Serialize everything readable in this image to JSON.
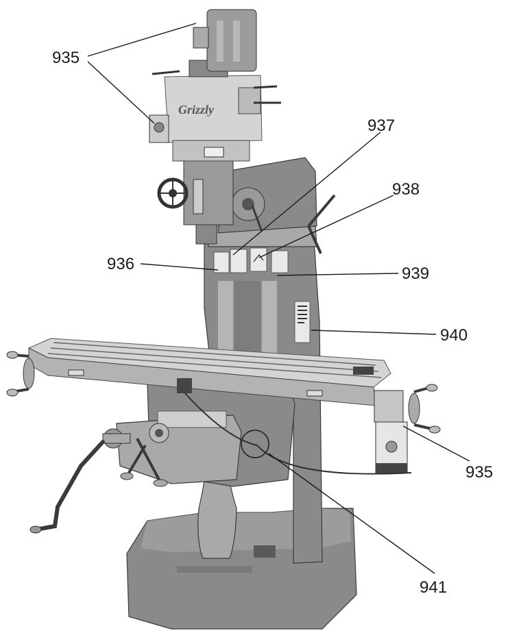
{
  "callouts": [
    {
      "id": "c935_top",
      "label": "935"
    },
    {
      "id": "c937",
      "label": "937"
    },
    {
      "id": "c938",
      "label": "938"
    },
    {
      "id": "c936",
      "label": "936"
    },
    {
      "id": "c939",
      "label": "939"
    },
    {
      "id": "c940",
      "label": "940"
    },
    {
      "id": "c935_right",
      "label": "935"
    },
    {
      "id": "c941",
      "label": "941"
    }
  ],
  "brand_logo_text": "Grizzly"
}
